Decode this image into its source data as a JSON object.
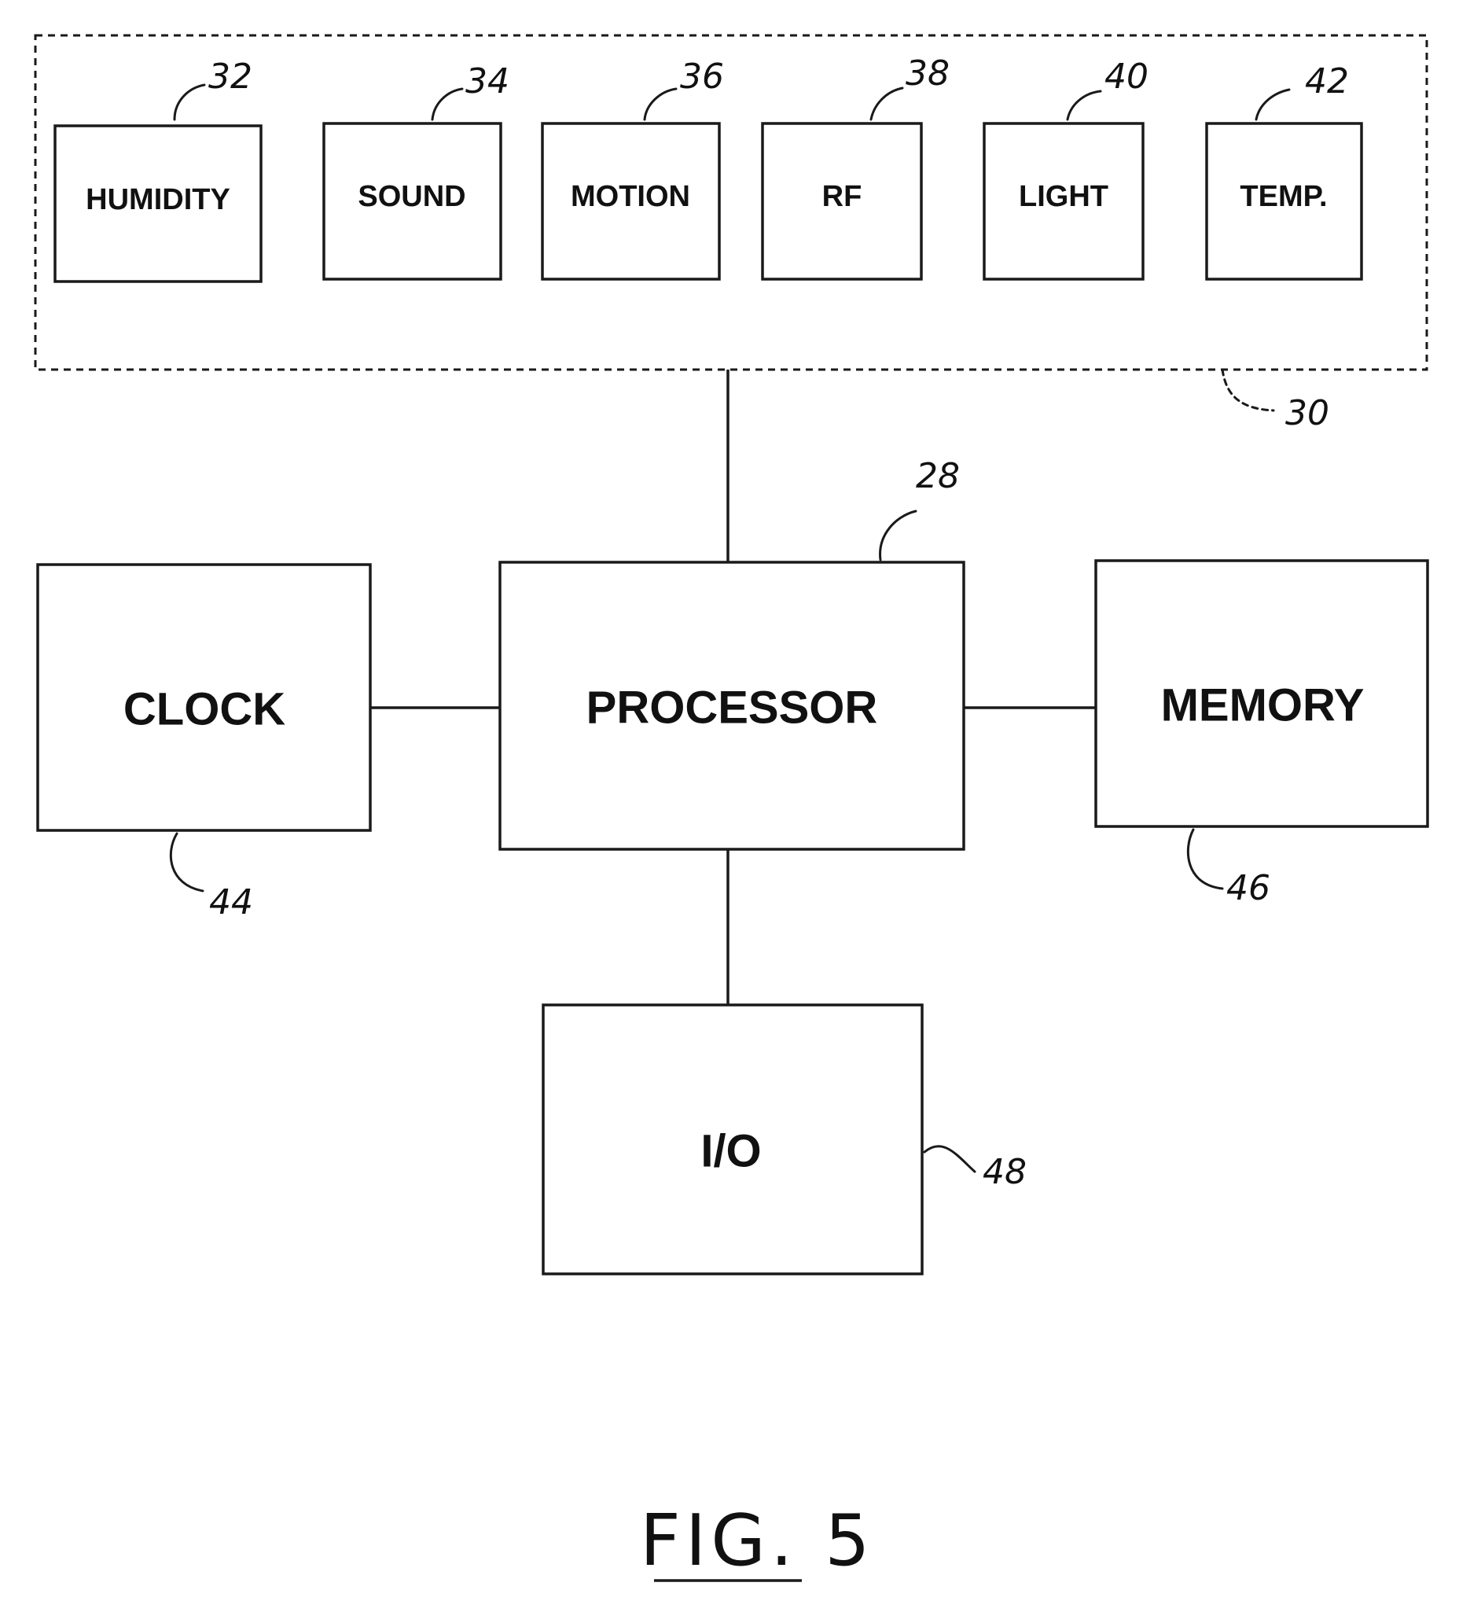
{
  "sensor_group": {
    "ref": "30",
    "sensors": [
      {
        "label": "HUMIDITY",
        "ref": "32"
      },
      {
        "label": "SOUND",
        "ref": "34"
      },
      {
        "label": "MOTION",
        "ref": "36"
      },
      {
        "label": "RF",
        "ref": "38"
      },
      {
        "label": "LIGHT",
        "ref": "40"
      },
      {
        "label": "TEMP.",
        "ref": "42"
      }
    ]
  },
  "processor": {
    "label": "PROCESSOR",
    "ref": "28"
  },
  "clock": {
    "label": "CLOCK",
    "ref": "44"
  },
  "memory": {
    "label": "MEMORY",
    "ref": "46"
  },
  "io": {
    "label": "I/O",
    "ref": "48"
  },
  "figure_label": "FIG. 5"
}
